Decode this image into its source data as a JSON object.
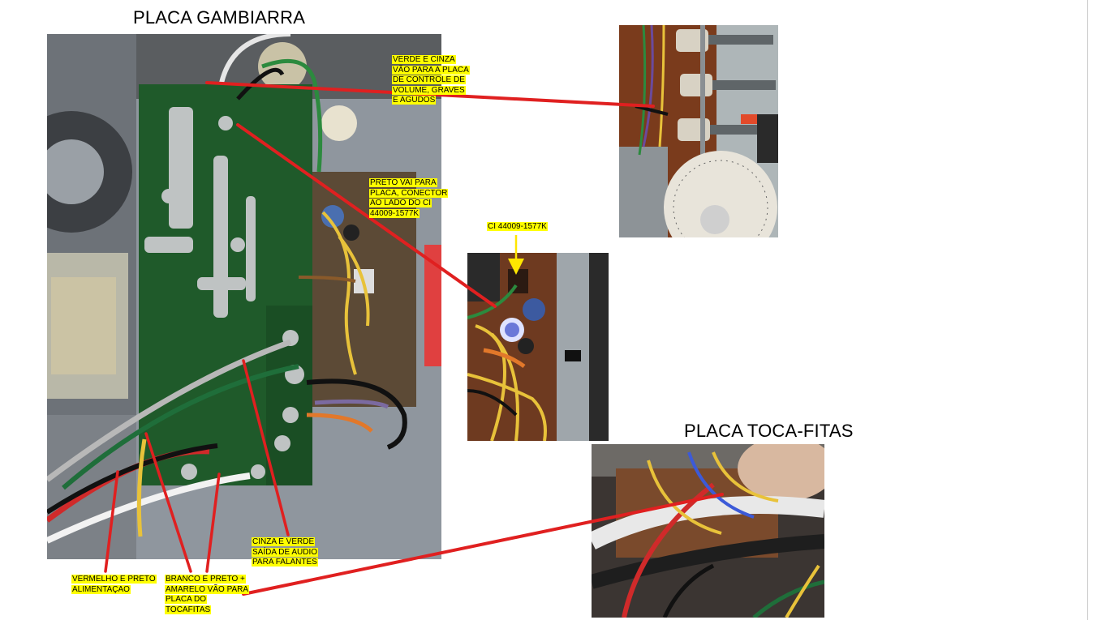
{
  "titles": {
    "gambiarra": "PLACA GAMBIARRA",
    "toca_fitas": "PLACA TOCA-FITAS"
  },
  "annotations": {
    "verde_cinza": "VERDE E CINZA VÃO PARA A PLACA DE CONTROLE DE VOLUME, GRAVES E AGUDOS",
    "preto": "PRETO VAI PARA PLACA, CONECTOR AO LADO DO  CI 44009-1577K",
    "ci": "CI 44009-1577K",
    "cinza_verde_saida": "CINZA E VERDE SAÍDA DE AUDIO PARA FALANTES",
    "vermelho_preto": "VERMELHO E PRETO ALIMENTAÇAO",
    "branco_preto": "BRANCO E PRETO + AMARELO VÃO PARA PLACA DO  TOCAFITAS"
  },
  "colors": {
    "arrow_red": "#e02020",
    "arrow_yellow": "#ffe600",
    "highlight": "#ffff00",
    "pcb_green": "#1f5a2a",
    "board_brown": "#7a3b1c"
  }
}
